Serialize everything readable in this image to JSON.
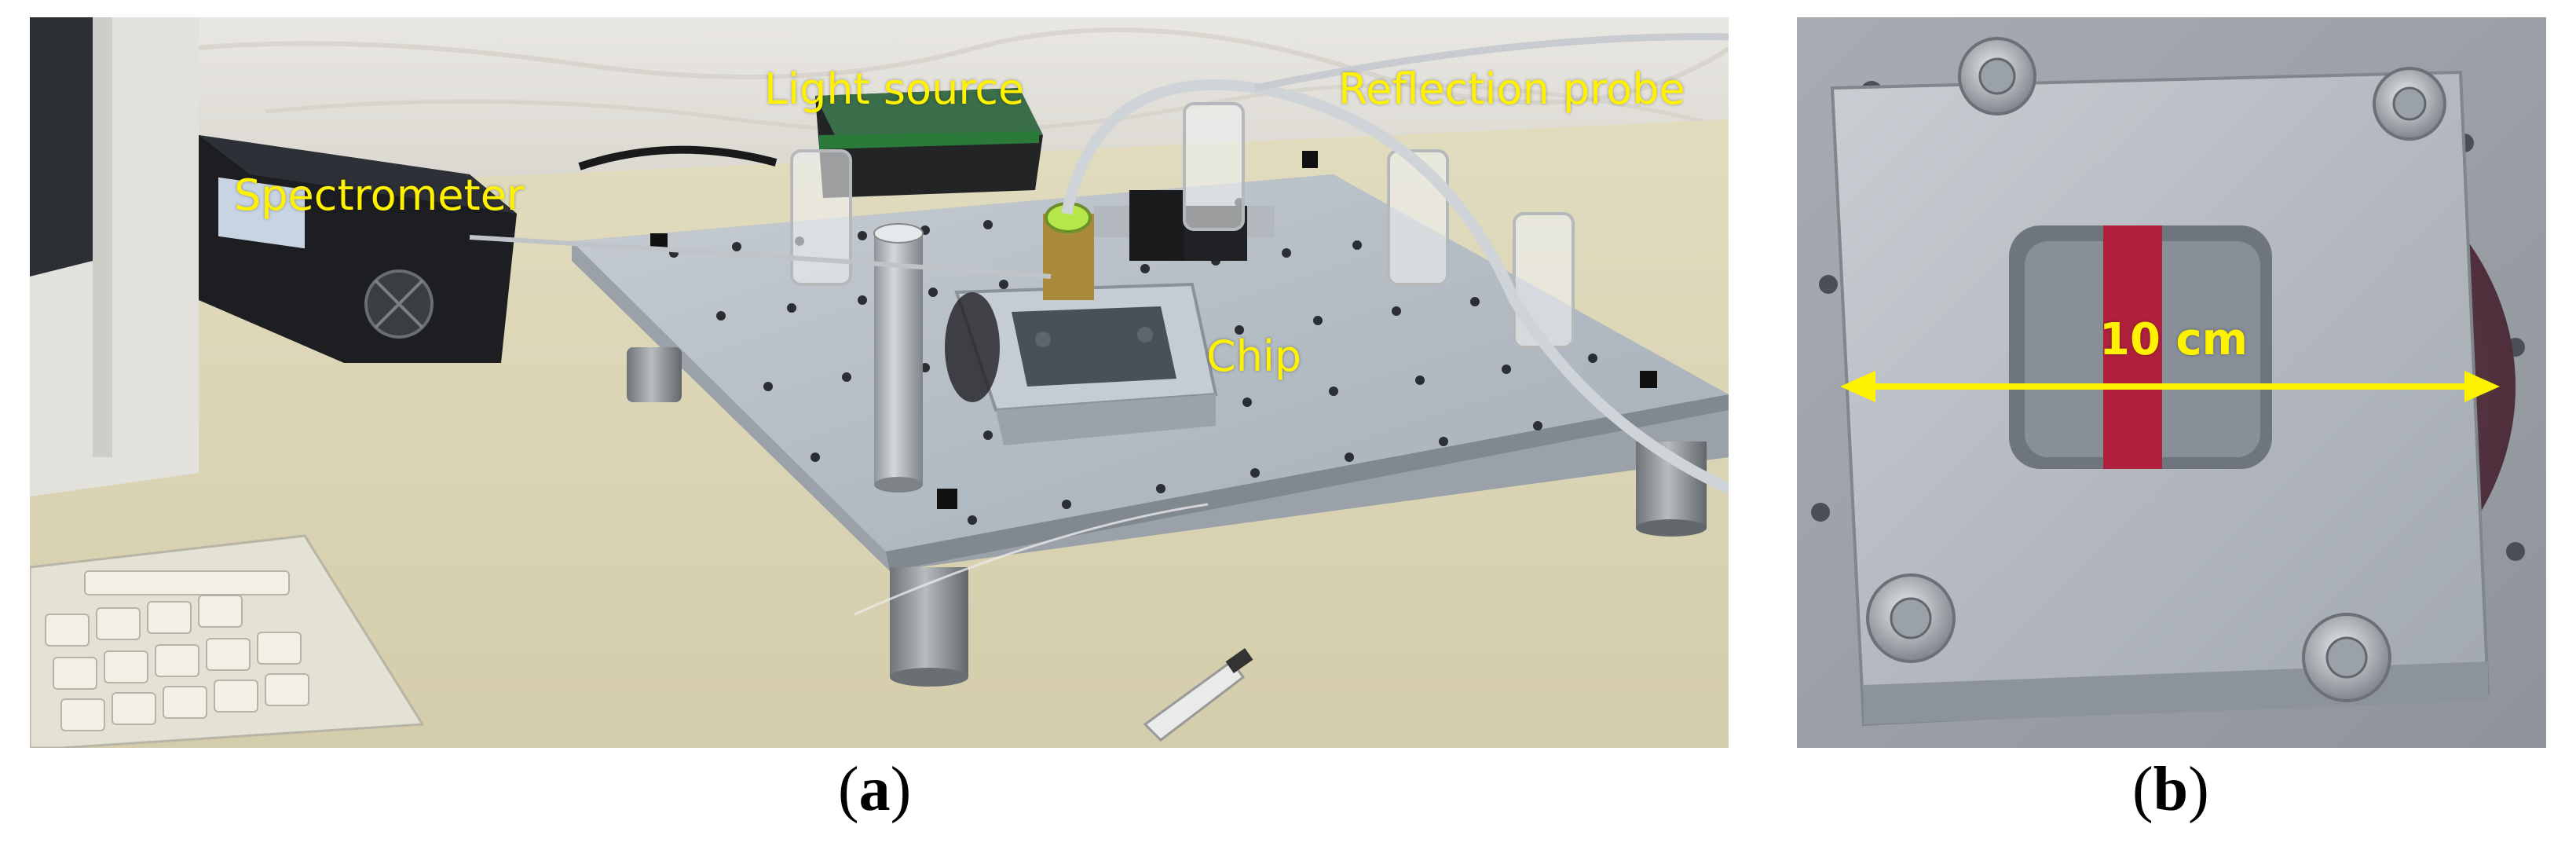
{
  "panel_a": {
    "labels": {
      "light_source": "Light source",
      "reflection_probe": "Reflection probe",
      "spectrometer": "Spectrometer",
      "chip": "Chip"
    },
    "caption": {
      "open": "(",
      "letter": "a",
      "close": ")"
    }
  },
  "panel_b": {
    "labels": {
      "measurement": "10 cm"
    },
    "caption": {
      "open": "(",
      "letter": "b",
      "close": ")"
    }
  },
  "colors": {
    "annotation": "#fff200",
    "red_strip": "#b0213e"
  }
}
